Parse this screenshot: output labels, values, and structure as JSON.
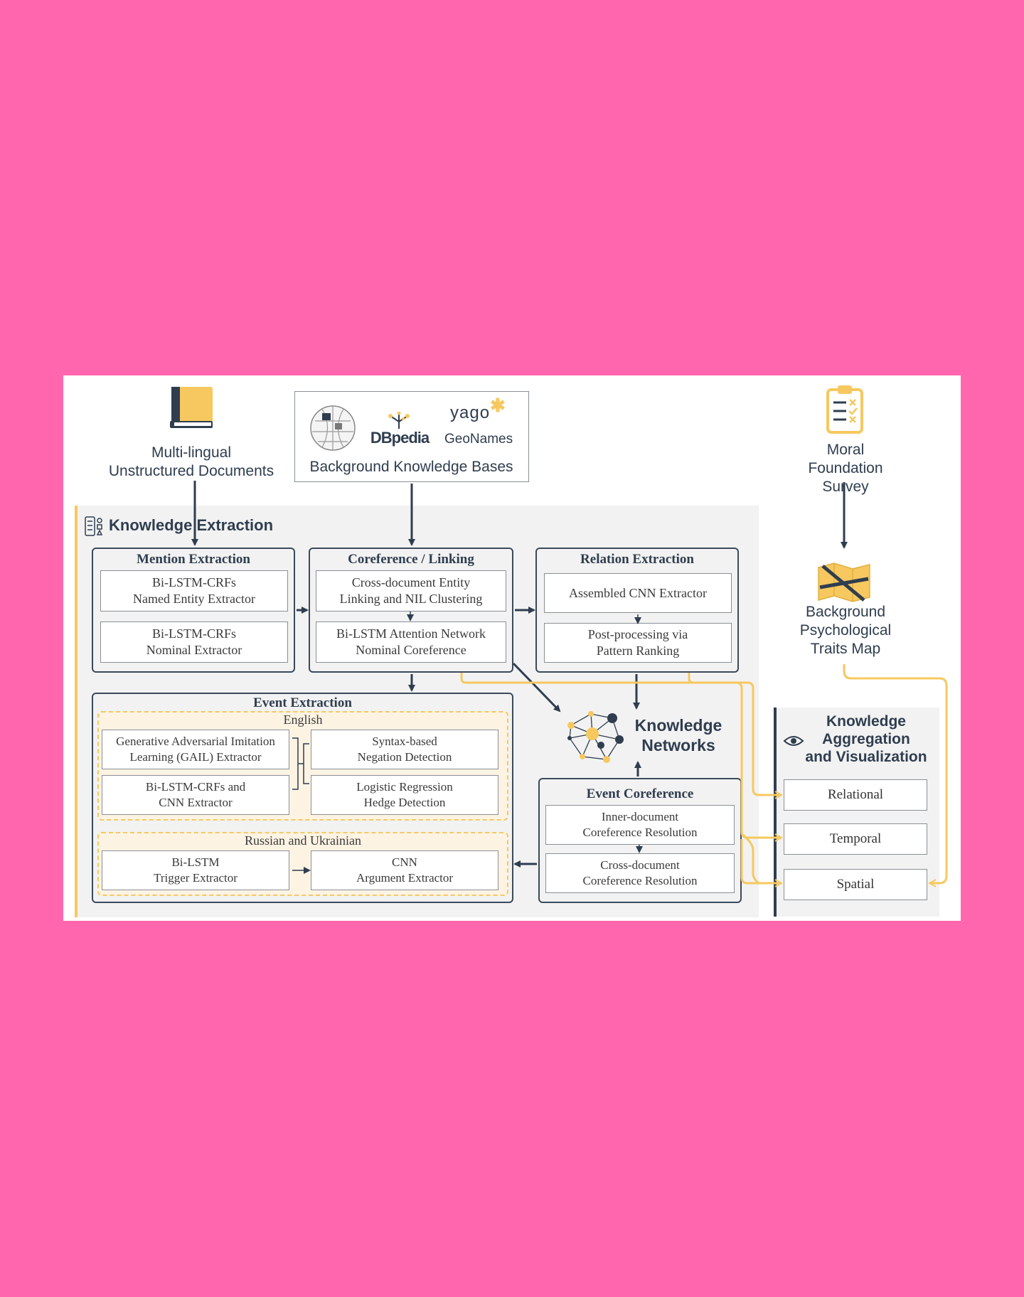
{
  "inputs": {
    "documents_line1": "Multi-lingual",
    "documents_line2": "Unstructured Documents",
    "kb_label": "Background Knowledge Bases",
    "kb_logo_dbpedia": "DBpedia",
    "kb_logo_yago": "yago",
    "kb_logo_geonames": "GeoNames",
    "moral_line1": "Moral",
    "moral_line2": "Foundation",
    "moral_line3": "Survey",
    "traits_line1": "Background",
    "traits_line2": "Psychological",
    "traits_line3": "Traits Map"
  },
  "knowledge_extraction": {
    "title": "Knowledge Extraction",
    "mention": {
      "title": "Mention Extraction",
      "box1_line1": "Bi-LSTM-CRFs",
      "box1_line2": "Named Entity Extractor",
      "box2_line1": "Bi-LSTM-CRFs",
      "box2_line2": "Nominal Extractor"
    },
    "coref_linking": {
      "title": "Coreference / Linking",
      "box1_line1": "Cross-document Entity",
      "box1_line2": "Linking and NIL Clustering",
      "box2_line1": "Bi-LSTM Attention Network",
      "box2_line2": "Nominal Coreference"
    },
    "relation": {
      "title": "Relation Extraction",
      "box1": "Assembled CNN Extractor",
      "box2_line1": "Post-processing via",
      "box2_line2": "Pattern Ranking"
    },
    "event": {
      "title": "Event Extraction",
      "english": "English",
      "gail_line1": "Generative Adversarial Imitation",
      "gail_line2": "Learning (GAIL) Extractor",
      "bilstm_cnn_line1": "Bi-LSTM-CRFs and",
      "bilstm_cnn_line2": "CNN Extractor",
      "negation_line1": "Syntax-based",
      "negation_line2": "Negation Detection",
      "hedge_line1": "Logistic Regression",
      "hedge_line2": "Hedge Detection",
      "russian": "Russian and Ukrainian",
      "trigger_line1": "Bi-LSTM",
      "trigger_line2": "Trigger Extractor",
      "argument_line1": "CNN",
      "argument_line2": "Argument Extractor"
    },
    "event_coref": {
      "title": "Event Coreference",
      "box1_line1": "Inner-document",
      "box1_line2": "Coreference Resolution",
      "box2_line1": "Cross-document",
      "box2_line2": "Coreference Resolution"
    }
  },
  "knowledge_networks": {
    "line1": "Knowledge",
    "line2": "Networks"
  },
  "aggregation": {
    "title_line1": "Knowledge",
    "title_line2": "Aggregation",
    "title_line3": "and Visualization",
    "items": [
      "Relational",
      "Temporal",
      "Spatial"
    ]
  },
  "colors": {
    "background": "#ff66ad",
    "dark": "#2f3d4f",
    "accent_yellow": "#f6c85f",
    "panel_gray": "#f2f2f2"
  },
  "icons": [
    "book-icon",
    "wikipedia-globe-icon",
    "clipboard-checklist-icon",
    "map-icon",
    "network-graph-icon",
    "eye-icon",
    "form-icon"
  ]
}
